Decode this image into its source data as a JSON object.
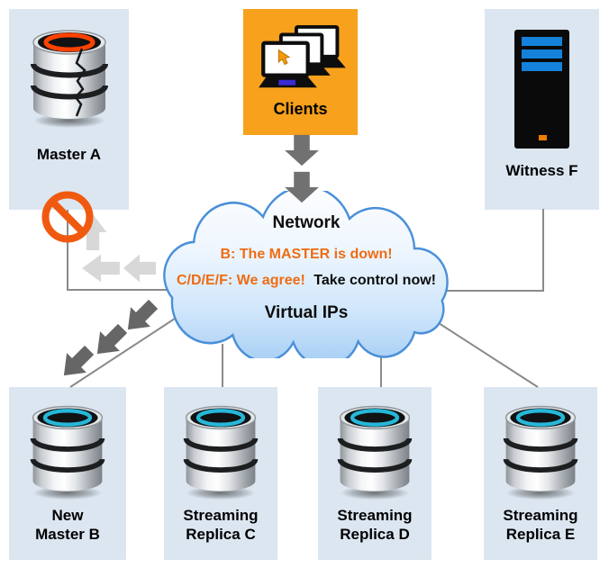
{
  "nodes": {
    "master_a": {
      "label": "Master A",
      "icon": "cracked-database-icon",
      "status_icon": "prohibition-icon",
      "status": "failed"
    },
    "clients": {
      "label": "Clients",
      "icon": "client-laptops-icon"
    },
    "witness_f": {
      "label": "Witness F",
      "icon": "server-tower-icon"
    },
    "new_master_b": {
      "label_line1": "New",
      "label_line2": "Master B",
      "icon": "database-icon"
    },
    "replica_c": {
      "label_line1": "Streaming",
      "label_line2": "Replica C",
      "icon": "database-icon"
    },
    "replica_d": {
      "label_line1": "Streaming",
      "label_line2": "Replica D",
      "icon": "database-icon"
    },
    "replica_e": {
      "label_line1": "Streaming",
      "label_line2": "Replica E",
      "icon": "database-icon"
    }
  },
  "cloud": {
    "title": "Network",
    "message_line1": "B: The MASTER is down!",
    "message_line2_orange": "C/D/E/F: We agree!",
    "message_line2_black": "Take control now!",
    "subtitle": "Virtual IPs"
  },
  "colors": {
    "node_box_bg": "#dce6f1",
    "clients_box_bg": "#f7a11c",
    "alert_text_orange": "#ee6c15",
    "cloud_border_blue": "#4a90d8",
    "cloud_fill_light": "#eef6fe",
    "connector_line_gray": "#8a8a8a",
    "traffic_arrow_gray": "#717171",
    "failover_arrow_gray": "#666666",
    "blocked_arrow_gray": "#d8d8d8",
    "prohibition_orange": "#f05a10",
    "healthy_ring_teal": "#27b7d8",
    "failed_ring_orange": "#ff4200",
    "server_bar_blue": "#1482da",
    "server_light_orange": "#ef7d00",
    "laptop_bar_blue": "#3a2bd4",
    "cursor_orange": "#f2990f"
  }
}
